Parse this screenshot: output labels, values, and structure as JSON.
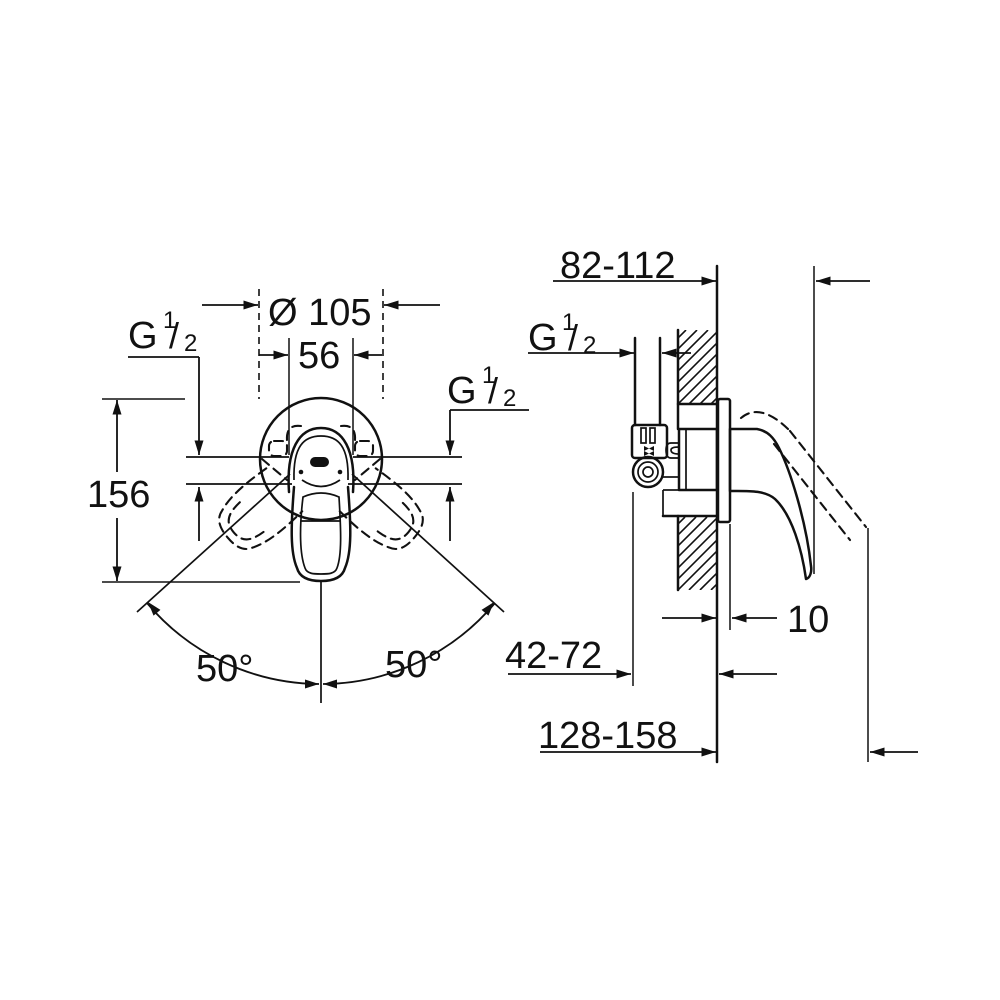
{
  "page": {
    "background_color": "#ffffff",
    "line_color": "#111111",
    "description": "Technical dimension drawing, front view and wall-section side view of a single-lever exposed shower mixer"
  },
  "front_view": {
    "diameter": "Ø 105",
    "cartridge_width": "56",
    "overall_height": "156",
    "swing_angle_left": "50°",
    "swing_angle_right": "50°",
    "thread_left": "G 1/2",
    "thread_right": "G 1/2"
  },
  "side_view": {
    "installation_depth": "82-112",
    "escutcheon_thickness": "10",
    "supply_to_wall_depth": "42-72",
    "overall_depth": "128-158",
    "thread": "G 1/2"
  },
  "thread_parts": {
    "letter": "G",
    "numerator": "1",
    "fraction_slash": "/",
    "denominator": "2"
  }
}
